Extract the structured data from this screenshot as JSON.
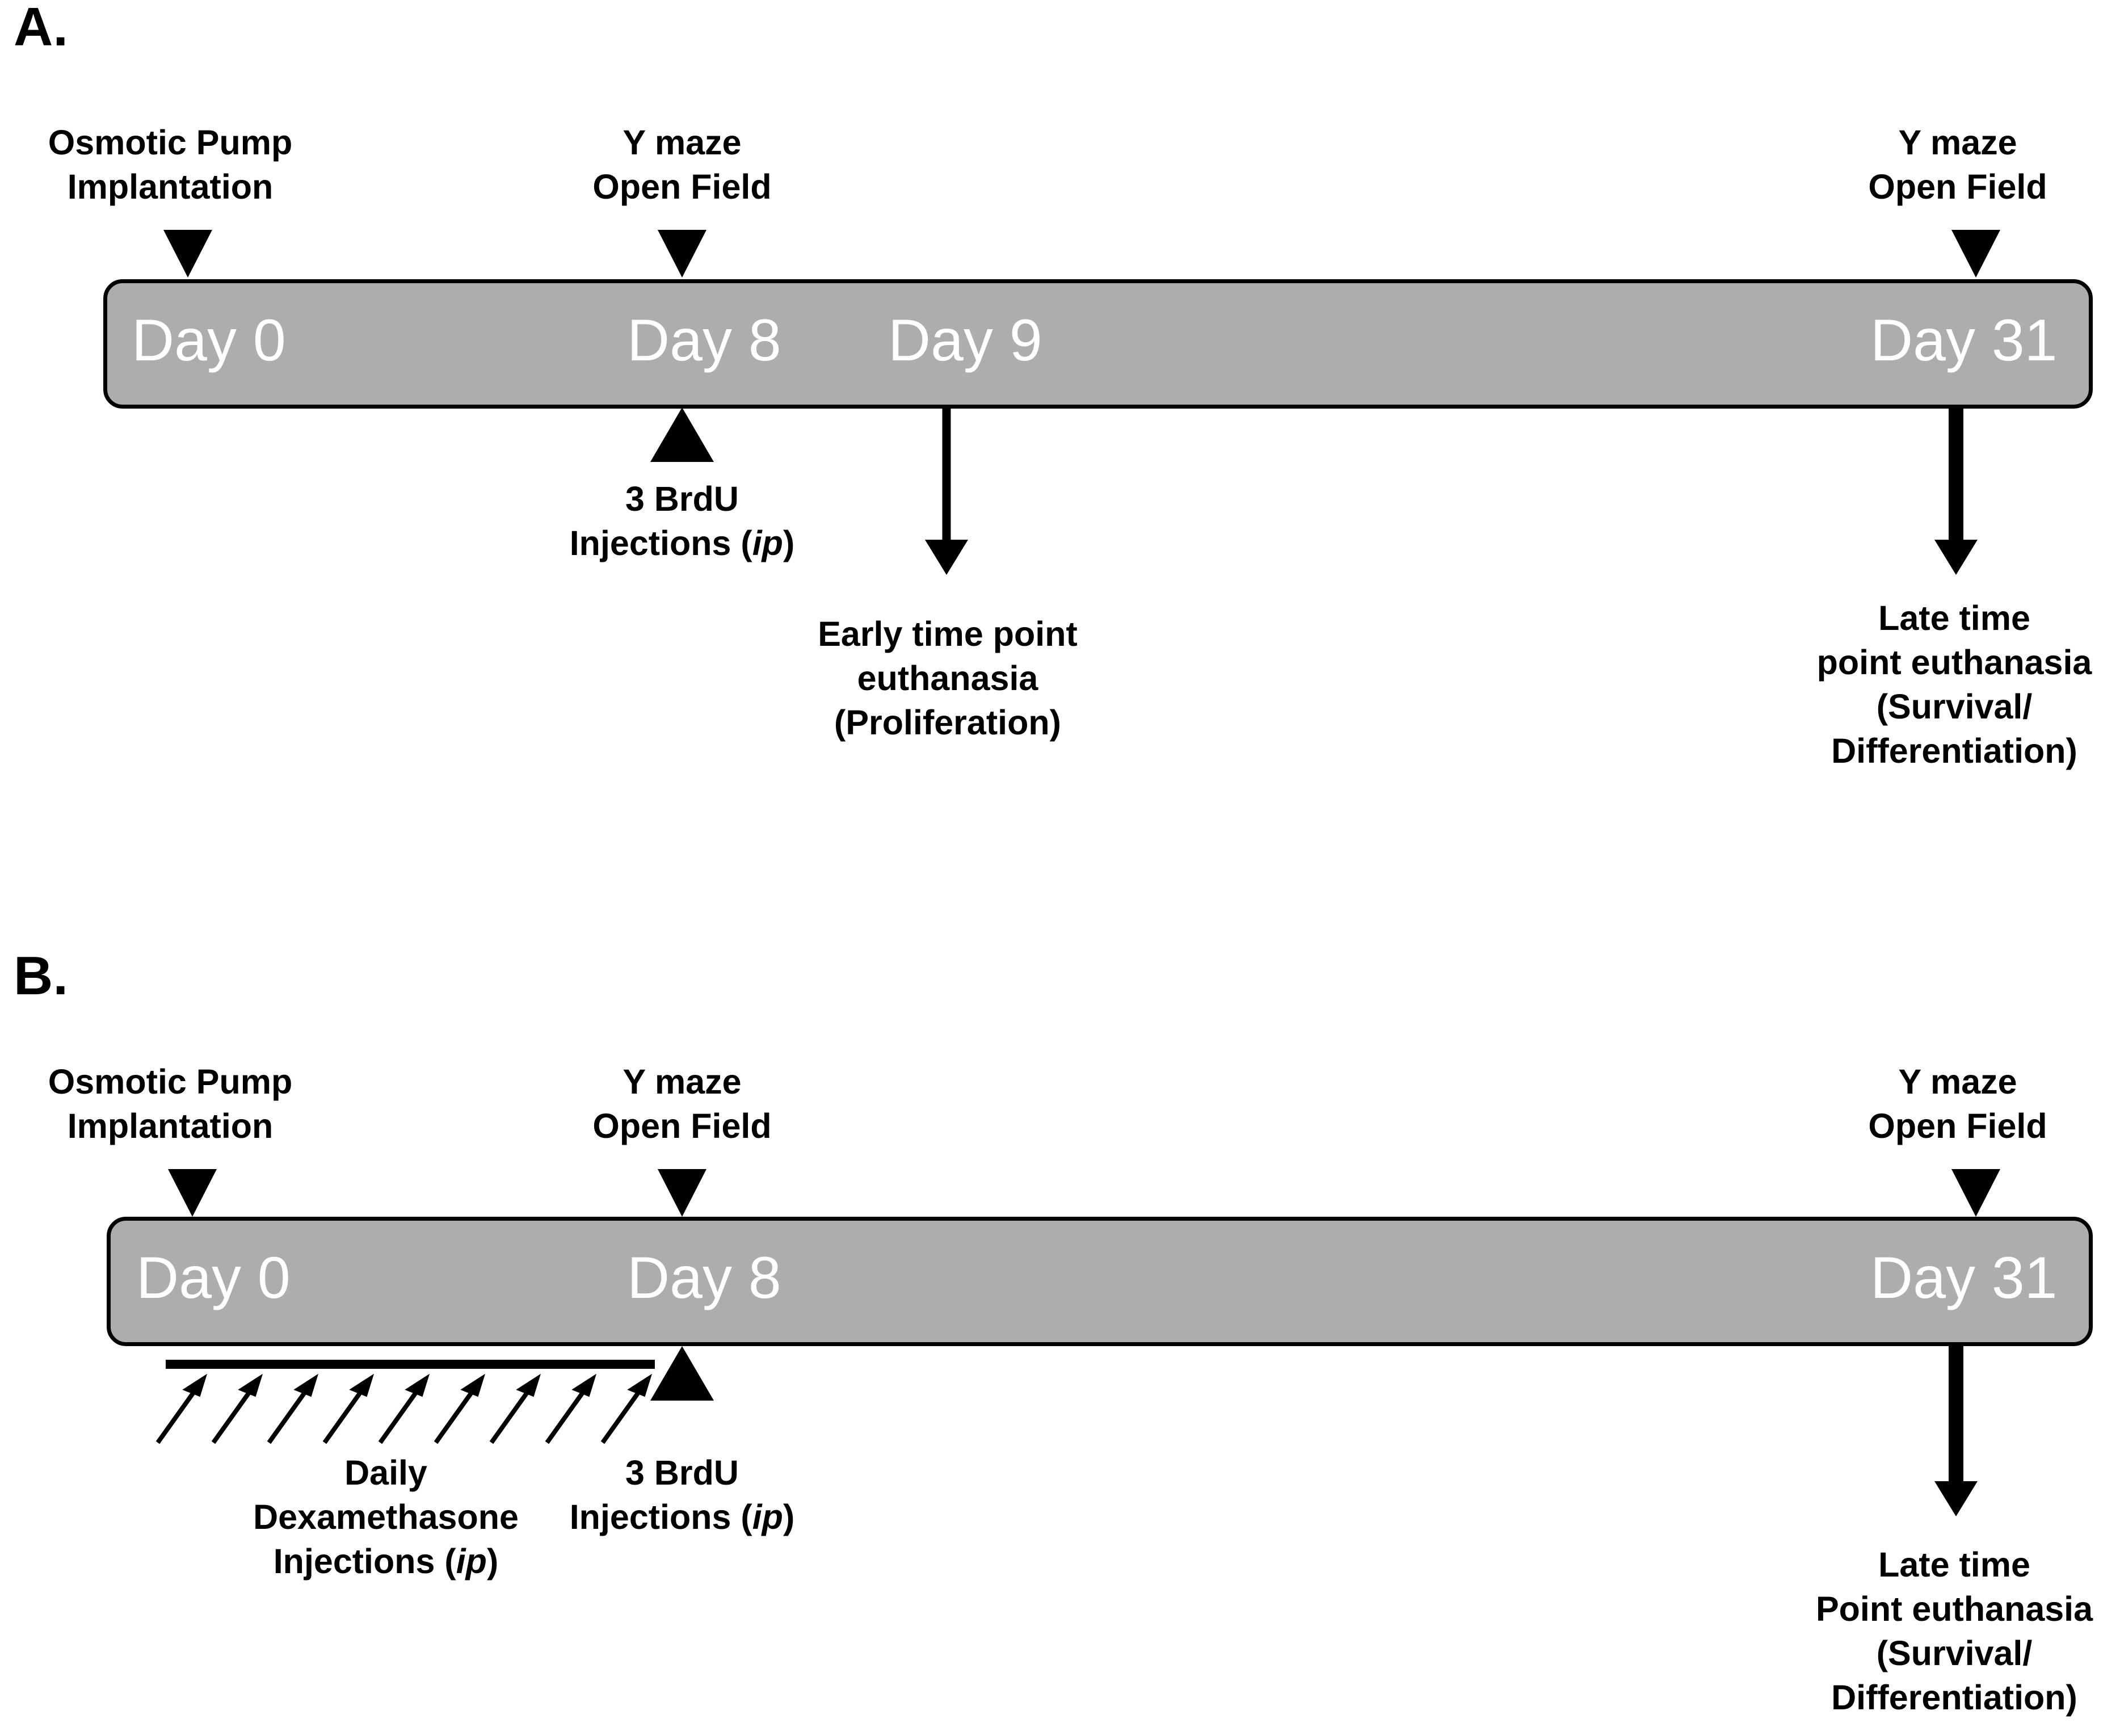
{
  "figure": {
    "background": "#ffffff",
    "bar_fill": "#afacac",
    "bar_stroke": "#000000",
    "day_text_color": "#ffffff",
    "label_text_color": "#000000"
  },
  "panels": [
    {
      "letter": "A.",
      "timeline": {
        "days": [
          {
            "key": "day0",
            "label": "Day 0"
          },
          {
            "key": "day8",
            "label": "Day 8"
          },
          {
            "key": "day9",
            "label": "Day 9"
          },
          {
            "key": "day31",
            "label": "Day 31"
          }
        ]
      },
      "above_events": [
        {
          "key": "osmotic-pump",
          "label": "Osmotic Pump\nImplantation",
          "marker": "triangle-down"
        },
        {
          "key": "y-maze-open-field-day8",
          "label": "Y maze\nOpen Field",
          "marker": "triangle-down"
        },
        {
          "key": "y-maze-open-field-day31",
          "label": "Y maze\nOpen Field",
          "marker": "triangle-down"
        }
      ],
      "below_events": [
        {
          "key": "brdu-injections",
          "label_pre": "3 BrdU\nInjections (",
          "label_em": "ip",
          "label_post": ")",
          "marker": "triangle-up"
        },
        {
          "key": "early-euthanasia",
          "label": "Early time point\neuthanasia\n(Proliferation)",
          "marker": "arrow-down"
        },
        {
          "key": "late-euthanasia",
          "label": "Late time\npoint euthanasia\n(Survival/\nDifferentiation)",
          "marker": "arrow-down"
        }
      ]
    },
    {
      "letter": "B.",
      "timeline": {
        "days": [
          {
            "key": "day0",
            "label": "Day 0"
          },
          {
            "key": "day8",
            "label": "Day 8"
          },
          {
            "key": "day31",
            "label": "Day 31"
          }
        ]
      },
      "above_events": [
        {
          "key": "osmotic-pump",
          "label": "Osmotic Pump\nImplantation",
          "marker": "triangle-down"
        },
        {
          "key": "y-maze-open-field-day8",
          "label": "Y maze\nOpen Field",
          "marker": "triangle-down"
        },
        {
          "key": "y-maze-open-field-day31",
          "label": "Y maze\nOpen Field",
          "marker": "triangle-down"
        }
      ],
      "below_events": [
        {
          "key": "daily-dexamethasone",
          "label_pre": "Daily\nDexamethasone\nInjections (",
          "label_em": "ip",
          "label_post": ")",
          "marker": "diagonal-arrows",
          "arrow_count": 9
        },
        {
          "key": "brdu-injections",
          "label_pre": "3 BrdU\nInjections (",
          "label_em": "ip",
          "label_post": ")",
          "marker": "triangle-up"
        },
        {
          "key": "late-euthanasia",
          "label": "Late time\nPoint euthanasia\n(Survival/\nDifferentiation)",
          "marker": "arrow-down"
        }
      ]
    }
  ]
}
